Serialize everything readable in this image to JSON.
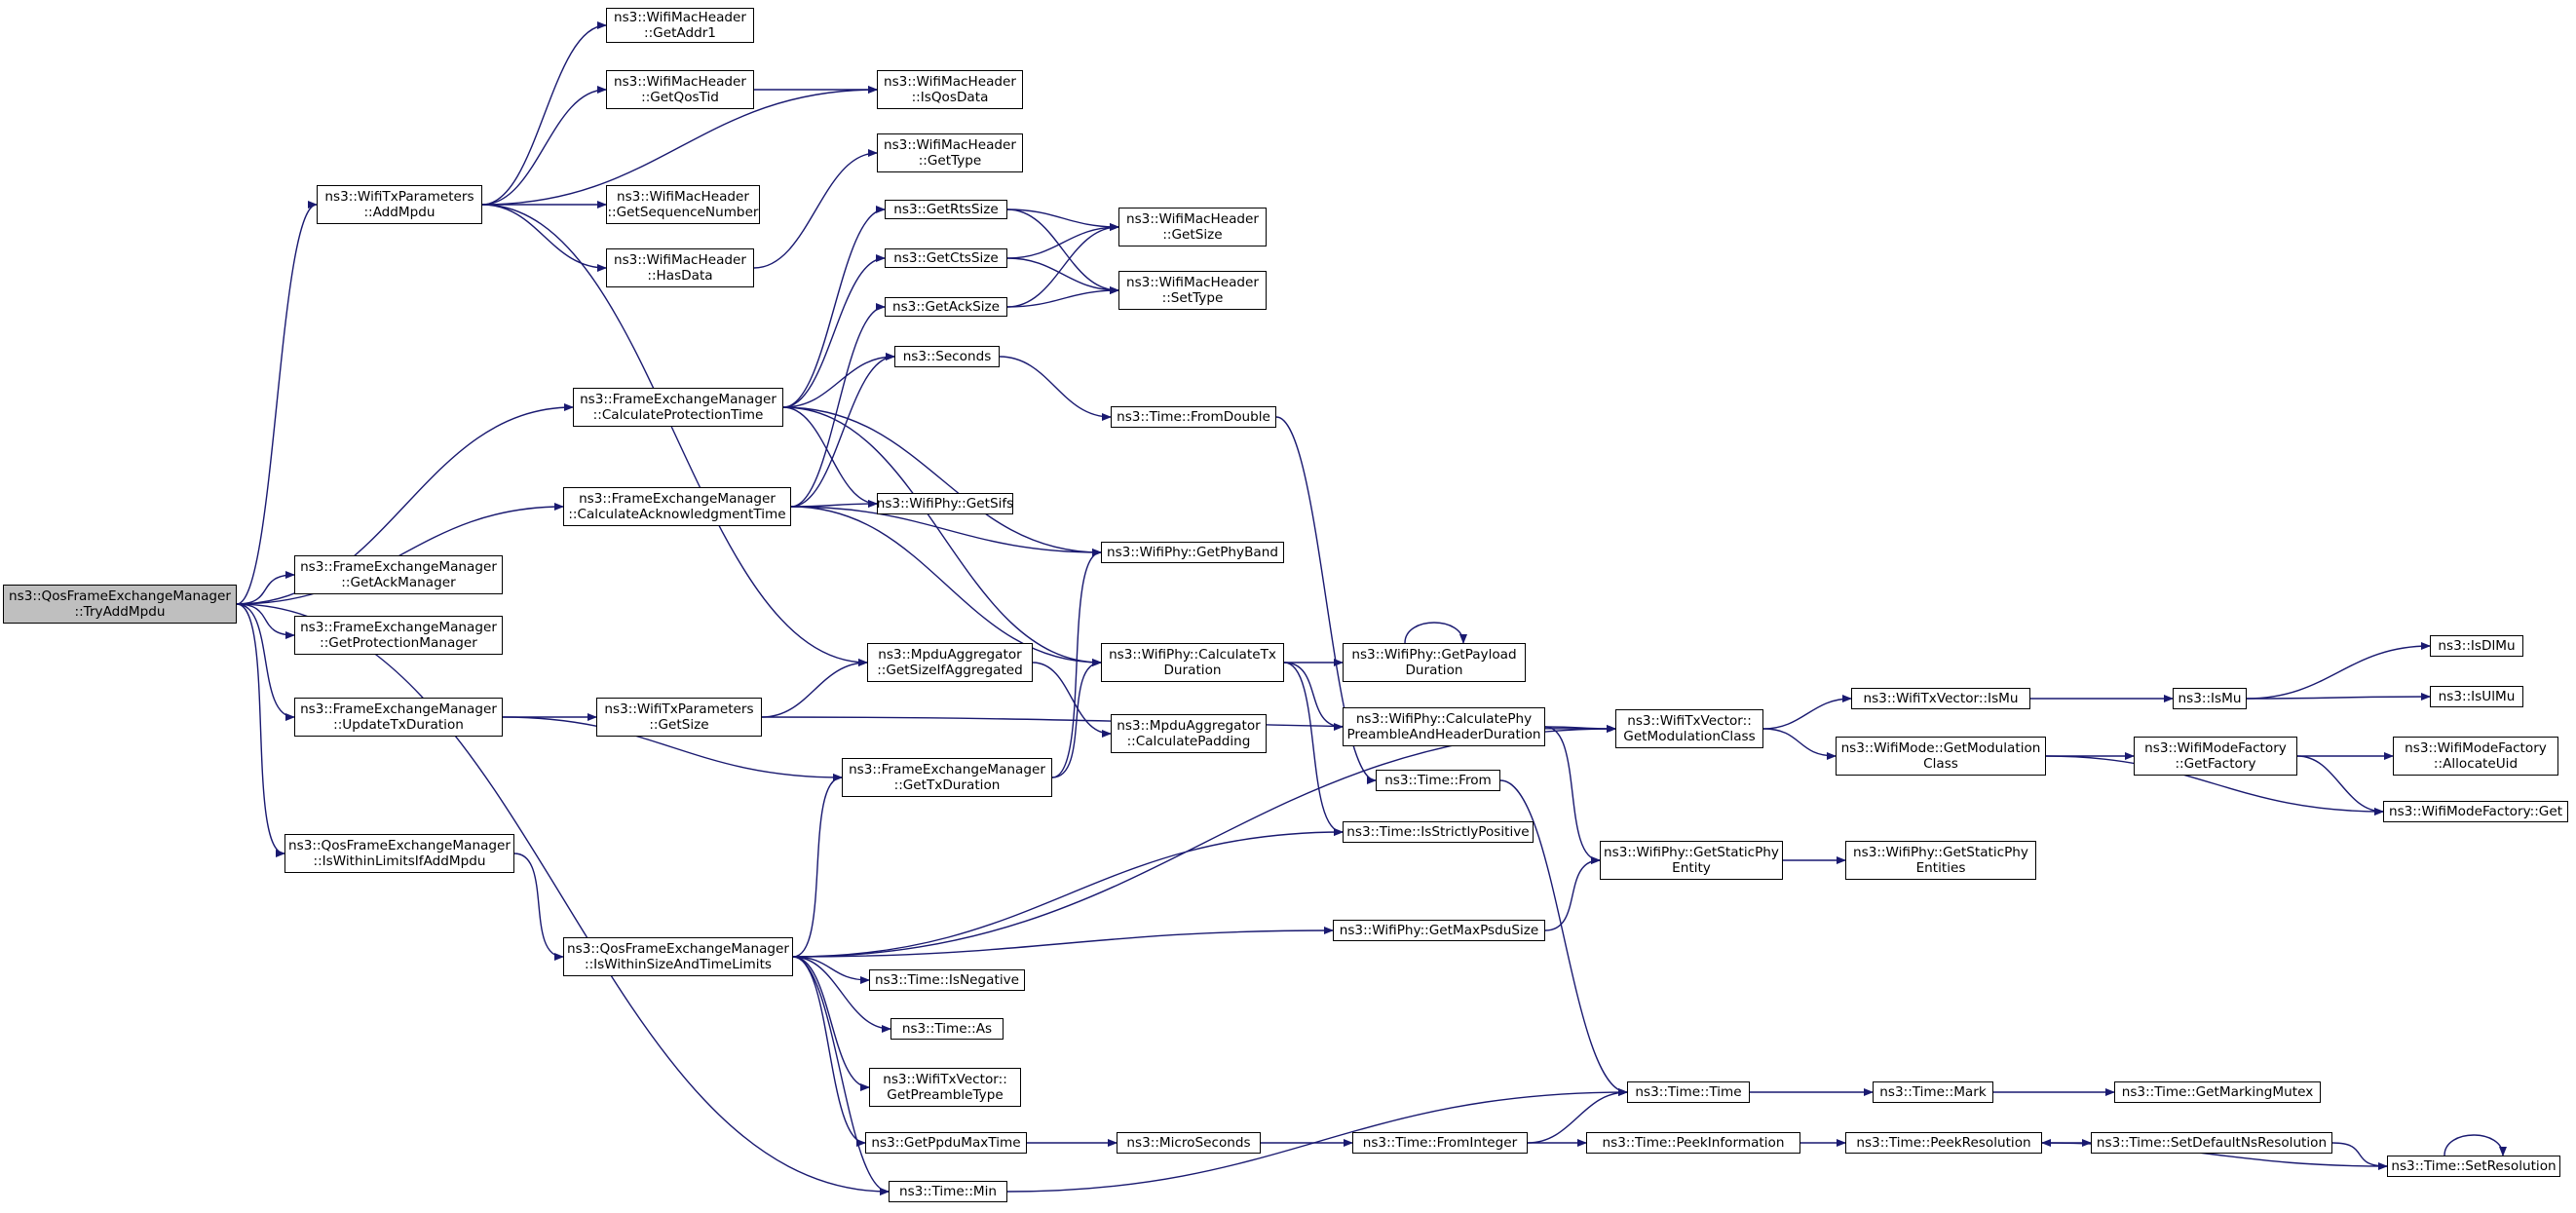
{
  "nodes": [
    {
      "id": "tryaddmpdu",
      "lines": [
        "ns3::QosFrameExchangeManager",
        "::TryAddMpdu"
      ],
      "root": true
    },
    {
      "id": "addmpdu",
      "lines": [
        "ns3::WifiTxParameters",
        "::AddMpdu"
      ]
    },
    {
      "id": "getaddr1",
      "lines": [
        "ns3::WifiMacHeader",
        "::GetAddr1"
      ]
    },
    {
      "id": "getqostid",
      "lines": [
        "ns3::WifiMacHeader",
        "::GetQosTid"
      ]
    },
    {
      "id": "isqosdata",
      "lines": [
        "ns3::WifiMacHeader",
        "::IsQosData"
      ]
    },
    {
      "id": "gettype",
      "lines": [
        "ns3::WifiMacHeader",
        "::GetType"
      ]
    },
    {
      "id": "getseqnum",
      "lines": [
        "ns3::WifiMacHeader",
        "::GetSequenceNumber"
      ]
    },
    {
      "id": "hasdata",
      "lines": [
        "ns3::WifiMacHeader",
        "::HasData"
      ]
    },
    {
      "id": "getrtssize",
      "lines": [
        "ns3::GetRtsSize"
      ]
    },
    {
      "id": "getctssize",
      "lines": [
        "ns3::GetCtsSize"
      ]
    },
    {
      "id": "getacksize",
      "lines": [
        "ns3::GetAckSize"
      ]
    },
    {
      "id": "hdrgetsize",
      "lines": [
        "ns3::WifiMacHeader",
        "::GetSize"
      ]
    },
    {
      "id": "hdrsettype",
      "lines": [
        "ns3::WifiMacHeader",
        "::SetType"
      ]
    },
    {
      "id": "seconds",
      "lines": [
        "ns3::Seconds"
      ]
    },
    {
      "id": "fromdouble",
      "lines": [
        "ns3::Time::FromDouble"
      ]
    },
    {
      "id": "calcprot",
      "lines": [
        "ns3::FrameExchangeManager",
        "::CalculateProtectionTime"
      ]
    },
    {
      "id": "calcack",
      "lines": [
        "ns3::FrameExchangeManager",
        "::CalculateAcknowledgmentTime"
      ]
    },
    {
      "id": "getsifs",
      "lines": [
        "ns3::WifiPhy::GetSifs"
      ]
    },
    {
      "id": "getphyband",
      "lines": [
        "ns3::WifiPhy::GetPhyBand"
      ]
    },
    {
      "id": "getackmgr",
      "lines": [
        "ns3::FrameExchangeManager",
        "::GetAckManager"
      ]
    },
    {
      "id": "getprotmgr",
      "lines": [
        "ns3::FrameExchangeManager",
        "::GetProtectionManager"
      ]
    },
    {
      "id": "updatetx",
      "lines": [
        "ns3::FrameExchangeManager",
        "::UpdateTxDuration"
      ]
    },
    {
      "id": "txpgetsize",
      "lines": [
        "ns3::WifiTxParameters",
        "::GetSize"
      ]
    },
    {
      "id": "getsizeifagg",
      "lines": [
        "ns3::MpduAggregator",
        "::GetSizeIfAggregated"
      ]
    },
    {
      "id": "calcpadding",
      "lines": [
        "ns3::MpduAggregator",
        "::CalculatePadding"
      ]
    },
    {
      "id": "calctxdur",
      "lines": [
        "ns3::WifiPhy::CalculateTx",
        "Duration"
      ]
    },
    {
      "id": "getpayload",
      "lines": [
        "ns3::WifiPhy::GetPayload",
        "Duration"
      ]
    },
    {
      "id": "calcpreamble",
      "lines": [
        "ns3::WifiPhy::CalculatePhy",
        "PreambleAndHeaderDuration"
      ]
    },
    {
      "id": "getmodclass",
      "lines": [
        "ns3::WifiTxVector::",
        "GetModulationClass"
      ]
    },
    {
      "id": "txvismu",
      "lines": [
        "ns3::WifiTxVector::IsMu"
      ]
    },
    {
      "id": "ismu",
      "lines": [
        "ns3::IsMu"
      ]
    },
    {
      "id": "isdlmu",
      "lines": [
        "ns3::IsDlMu"
      ]
    },
    {
      "id": "isulmu",
      "lines": [
        "ns3::IsUlMu"
      ]
    },
    {
      "id": "modegetmodclass",
      "lines": [
        "ns3::WifiMode::GetModulation",
        "Class"
      ]
    },
    {
      "id": "getfactory",
      "lines": [
        "ns3::WifiModeFactory",
        "::GetFactory"
      ]
    },
    {
      "id": "allocateuid",
      "lines": [
        "ns3::WifiModeFactory",
        "::AllocateUid"
      ]
    },
    {
      "id": "factoryget",
      "lines": [
        "ns3::WifiModeFactory::Get"
      ]
    },
    {
      "id": "gettxdur",
      "lines": [
        "ns3::FrameExchangeManager",
        "::GetTxDuration"
      ]
    },
    {
      "id": "timefrom",
      "lines": [
        "ns3::Time::From"
      ]
    },
    {
      "id": "isstrictpos",
      "lines": [
        "ns3::Time::IsStrictlyPositive"
      ]
    },
    {
      "id": "withinlimits",
      "lines": [
        "ns3::QosFrameExchangeManager",
        "::IsWithinLimitsIfAddMpdu"
      ]
    },
    {
      "id": "getstaticphy",
      "lines": [
        "ns3::WifiPhy::GetStaticPhy",
        "Entity"
      ]
    },
    {
      "id": "getstaticphyents",
      "lines": [
        "ns3::WifiPhy::GetStaticPhy",
        "Entities"
      ]
    },
    {
      "id": "withinsize",
      "lines": [
        "ns3::QosFrameExchangeManager",
        "::IsWithinSizeAndTimeLimits"
      ]
    },
    {
      "id": "getmaxpsdu",
      "lines": [
        "ns3::WifiPhy::GetMaxPsduSize"
      ]
    },
    {
      "id": "isnegative",
      "lines": [
        "ns3::Time::IsNegative"
      ]
    },
    {
      "id": "timeas",
      "lines": [
        "ns3::Time::As"
      ]
    },
    {
      "id": "getpreambletype",
      "lines": [
        "ns3::WifiTxVector::",
        "GetPreambleType"
      ]
    },
    {
      "id": "timetime",
      "lines": [
        "ns3::Time::Time"
      ]
    },
    {
      "id": "timemark",
      "lines": [
        "ns3::Time::Mark"
      ]
    },
    {
      "id": "getmarkingmutex",
      "lines": [
        "ns3::Time::GetMarkingMutex"
      ]
    },
    {
      "id": "getppdumax",
      "lines": [
        "ns3::GetPpduMaxTime"
      ]
    },
    {
      "id": "microseconds",
      "lines": [
        "ns3::MicroSeconds"
      ]
    },
    {
      "id": "frominteger",
      "lines": [
        "ns3::Time::FromInteger"
      ]
    },
    {
      "id": "peekinfo",
      "lines": [
        "ns3::Time::PeekInformation"
      ]
    },
    {
      "id": "peekres",
      "lines": [
        "ns3::Time::PeekResolution"
      ]
    },
    {
      "id": "setdefaultns",
      "lines": [
        "ns3::Time::SetDefaultNsResolution"
      ]
    },
    {
      "id": "setres",
      "lines": [
        "ns3::Time::SetResolution"
      ]
    },
    {
      "id": "timemin",
      "lines": [
        "ns3::Time::Min"
      ]
    }
  ],
  "edges": [
    [
      "tryaddmpdu",
      "addmpdu"
    ],
    [
      "tryaddmpdu",
      "calcprot"
    ],
    [
      "tryaddmpdu",
      "calcack"
    ],
    [
      "tryaddmpdu",
      "getackmgr"
    ],
    [
      "tryaddmpdu",
      "getprotmgr"
    ],
    [
      "tryaddmpdu",
      "updatetx"
    ],
    [
      "tryaddmpdu",
      "withinlimits"
    ],
    [
      "tryaddmpdu",
      "timemin"
    ],
    [
      "addmpdu",
      "getaddr1"
    ],
    [
      "addmpdu",
      "getqostid"
    ],
    [
      "addmpdu",
      "isqosdata"
    ],
    [
      "addmpdu",
      "getseqnum"
    ],
    [
      "addmpdu",
      "hasdata"
    ],
    [
      "addmpdu",
      "getsizeifagg"
    ],
    [
      "getqostid",
      "isqosdata"
    ],
    [
      "hasdata",
      "gettype"
    ],
    [
      "getrtssize",
      "hdrgetsize"
    ],
    [
      "getrtssize",
      "hdrsettype"
    ],
    [
      "getctssize",
      "hdrgetsize"
    ],
    [
      "getctssize",
      "hdrsettype"
    ],
    [
      "getacksize",
      "hdrgetsize"
    ],
    [
      "getacksize",
      "hdrsettype"
    ],
    [
      "calcprot",
      "getrtssize"
    ],
    [
      "calcprot",
      "getctssize"
    ],
    [
      "calcprot",
      "seconds"
    ],
    [
      "calcprot",
      "getsifs"
    ],
    [
      "calcprot",
      "getphyband"
    ],
    [
      "calcprot",
      "calctxdur"
    ],
    [
      "calcack",
      "getacksize"
    ],
    [
      "calcack",
      "seconds"
    ],
    [
      "calcack",
      "getsifs"
    ],
    [
      "calcack",
      "getphyband"
    ],
    [
      "calcack",
      "calctxdur"
    ],
    [
      "seconds",
      "fromdouble"
    ],
    [
      "fromdouble",
      "timefrom"
    ],
    [
      "updatetx",
      "txpgetsize"
    ],
    [
      "updatetx",
      "gettxdur"
    ],
    [
      "txpgetsize",
      "getsizeifagg"
    ],
    [
      "txpgetsize",
      "getmodclass"
    ],
    [
      "getsizeifagg",
      "calcpadding"
    ],
    [
      "calctxdur",
      "getpayload"
    ],
    [
      "calctxdur",
      "calcpreamble"
    ],
    [
      "calctxdur",
      "isstrictpos"
    ],
    [
      "getpayload",
      "getpayload"
    ],
    [
      "calcpreamble",
      "getmodclass"
    ],
    [
      "calcpreamble",
      "getstaticphy"
    ],
    [
      "getmodclass",
      "txvismu"
    ],
    [
      "getmodclass",
      "modegetmodclass"
    ],
    [
      "txvismu",
      "ismu"
    ],
    [
      "ismu",
      "isdlmu"
    ],
    [
      "ismu",
      "isulmu"
    ],
    [
      "modegetmodclass",
      "getfactory"
    ],
    [
      "modegetmodclass",
      "factoryget"
    ],
    [
      "getfactory",
      "allocateuid"
    ],
    [
      "getfactory",
      "factoryget"
    ],
    [
      "gettxdur",
      "getphyband"
    ],
    [
      "gettxdur",
      "calctxdur"
    ],
    [
      "timefrom",
      "timetime"
    ],
    [
      "withinlimits",
      "withinsize"
    ],
    [
      "withinsize",
      "gettxdur"
    ],
    [
      "withinsize",
      "isstrictpos"
    ],
    [
      "withinsize",
      "getmodclass"
    ],
    [
      "withinsize",
      "getmaxpsdu"
    ],
    [
      "withinsize",
      "isnegative"
    ],
    [
      "withinsize",
      "timeas"
    ],
    [
      "withinsize",
      "getpreambletype"
    ],
    [
      "withinsize",
      "getppdumax"
    ],
    [
      "withinsize",
      "timemin"
    ],
    [
      "getmaxpsdu",
      "getstaticphy"
    ],
    [
      "getstaticphy",
      "getstaticphyents"
    ],
    [
      "timetime",
      "timemark"
    ],
    [
      "timemark",
      "getmarkingmutex"
    ],
    [
      "getppdumax",
      "microseconds"
    ],
    [
      "microseconds",
      "frominteger"
    ],
    [
      "frominteger",
      "timetime"
    ],
    [
      "frominteger",
      "peekinfo"
    ],
    [
      "peekinfo",
      "peekres"
    ],
    [
      "peekres",
      "setdefaultns"
    ],
    [
      "setdefaultns",
      "setres"
    ],
    [
      "setres",
      "setres"
    ],
    [
      "setres",
      "peekres"
    ],
    [
      "timemin",
      "timetime"
    ]
  ],
  "colors": {
    "edge": "#191970",
    "node_border": "#000000",
    "root_fill": "#bfbfbf",
    "node_fill": "#ffffff"
  }
}
